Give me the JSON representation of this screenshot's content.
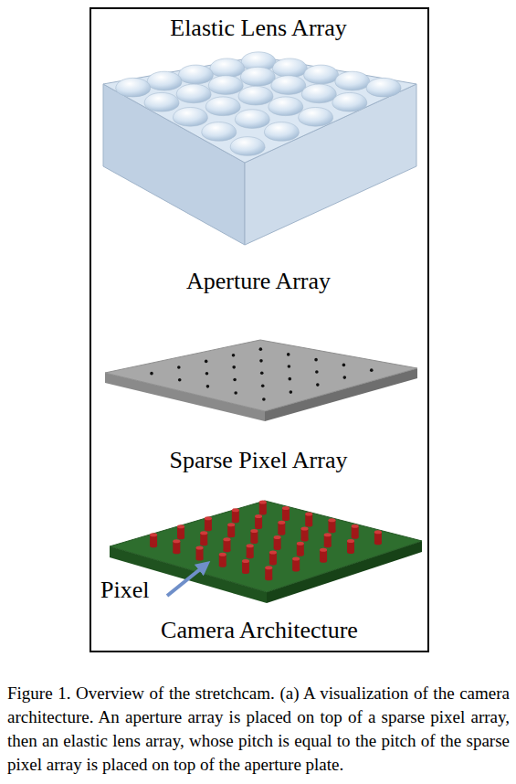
{
  "diagram": {
    "caption": "Figure 1. Overview of the stretchcam. (a) A visualization of the camera architecture. An aperture array is placed on top of a sparse pixel array, then an elastic lens array, whose pitch is equal to the pitch of the sparse pixel array is placed on top of the aperture plate.",
    "nodes": [
      {
        "text": [
          "Camera Architecture"
        ]
      }
    ],
    "labels": [
      "Elastic Lens Array",
      "Aperture Array",
      "Sparse Pixel Array",
      "Pixel"
    ]
  }
}
